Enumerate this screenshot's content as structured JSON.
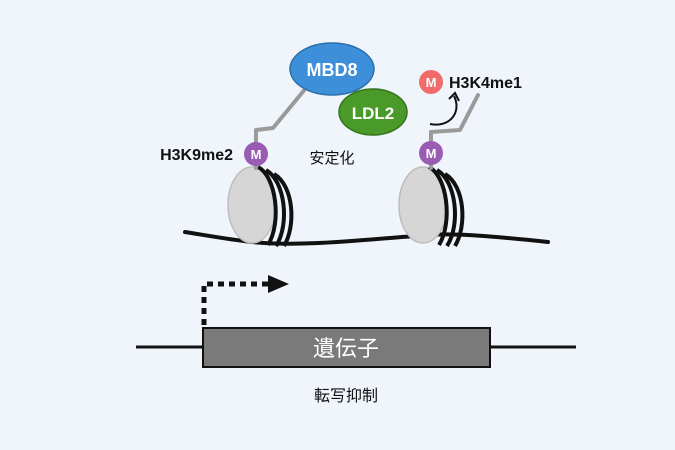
{
  "proteins": {
    "mbd8": {
      "label": "MBD8",
      "color": "#3d8fd9"
    },
    "ldl2": {
      "label": "LDL2",
      "color": "#4a9a2a"
    }
  },
  "marks": {
    "m_symbol": "M",
    "h3k9me2": {
      "label": "H3K9me2",
      "color": "#9a5bb3"
    },
    "h3k4me1": {
      "label": "H3K4me1",
      "color": "#f26b6b"
    }
  },
  "annotations": {
    "stabilization": "安定化",
    "repression": "転写抑制"
  },
  "gene": {
    "label": "遺伝子",
    "fill": "#7a7a7a"
  }
}
